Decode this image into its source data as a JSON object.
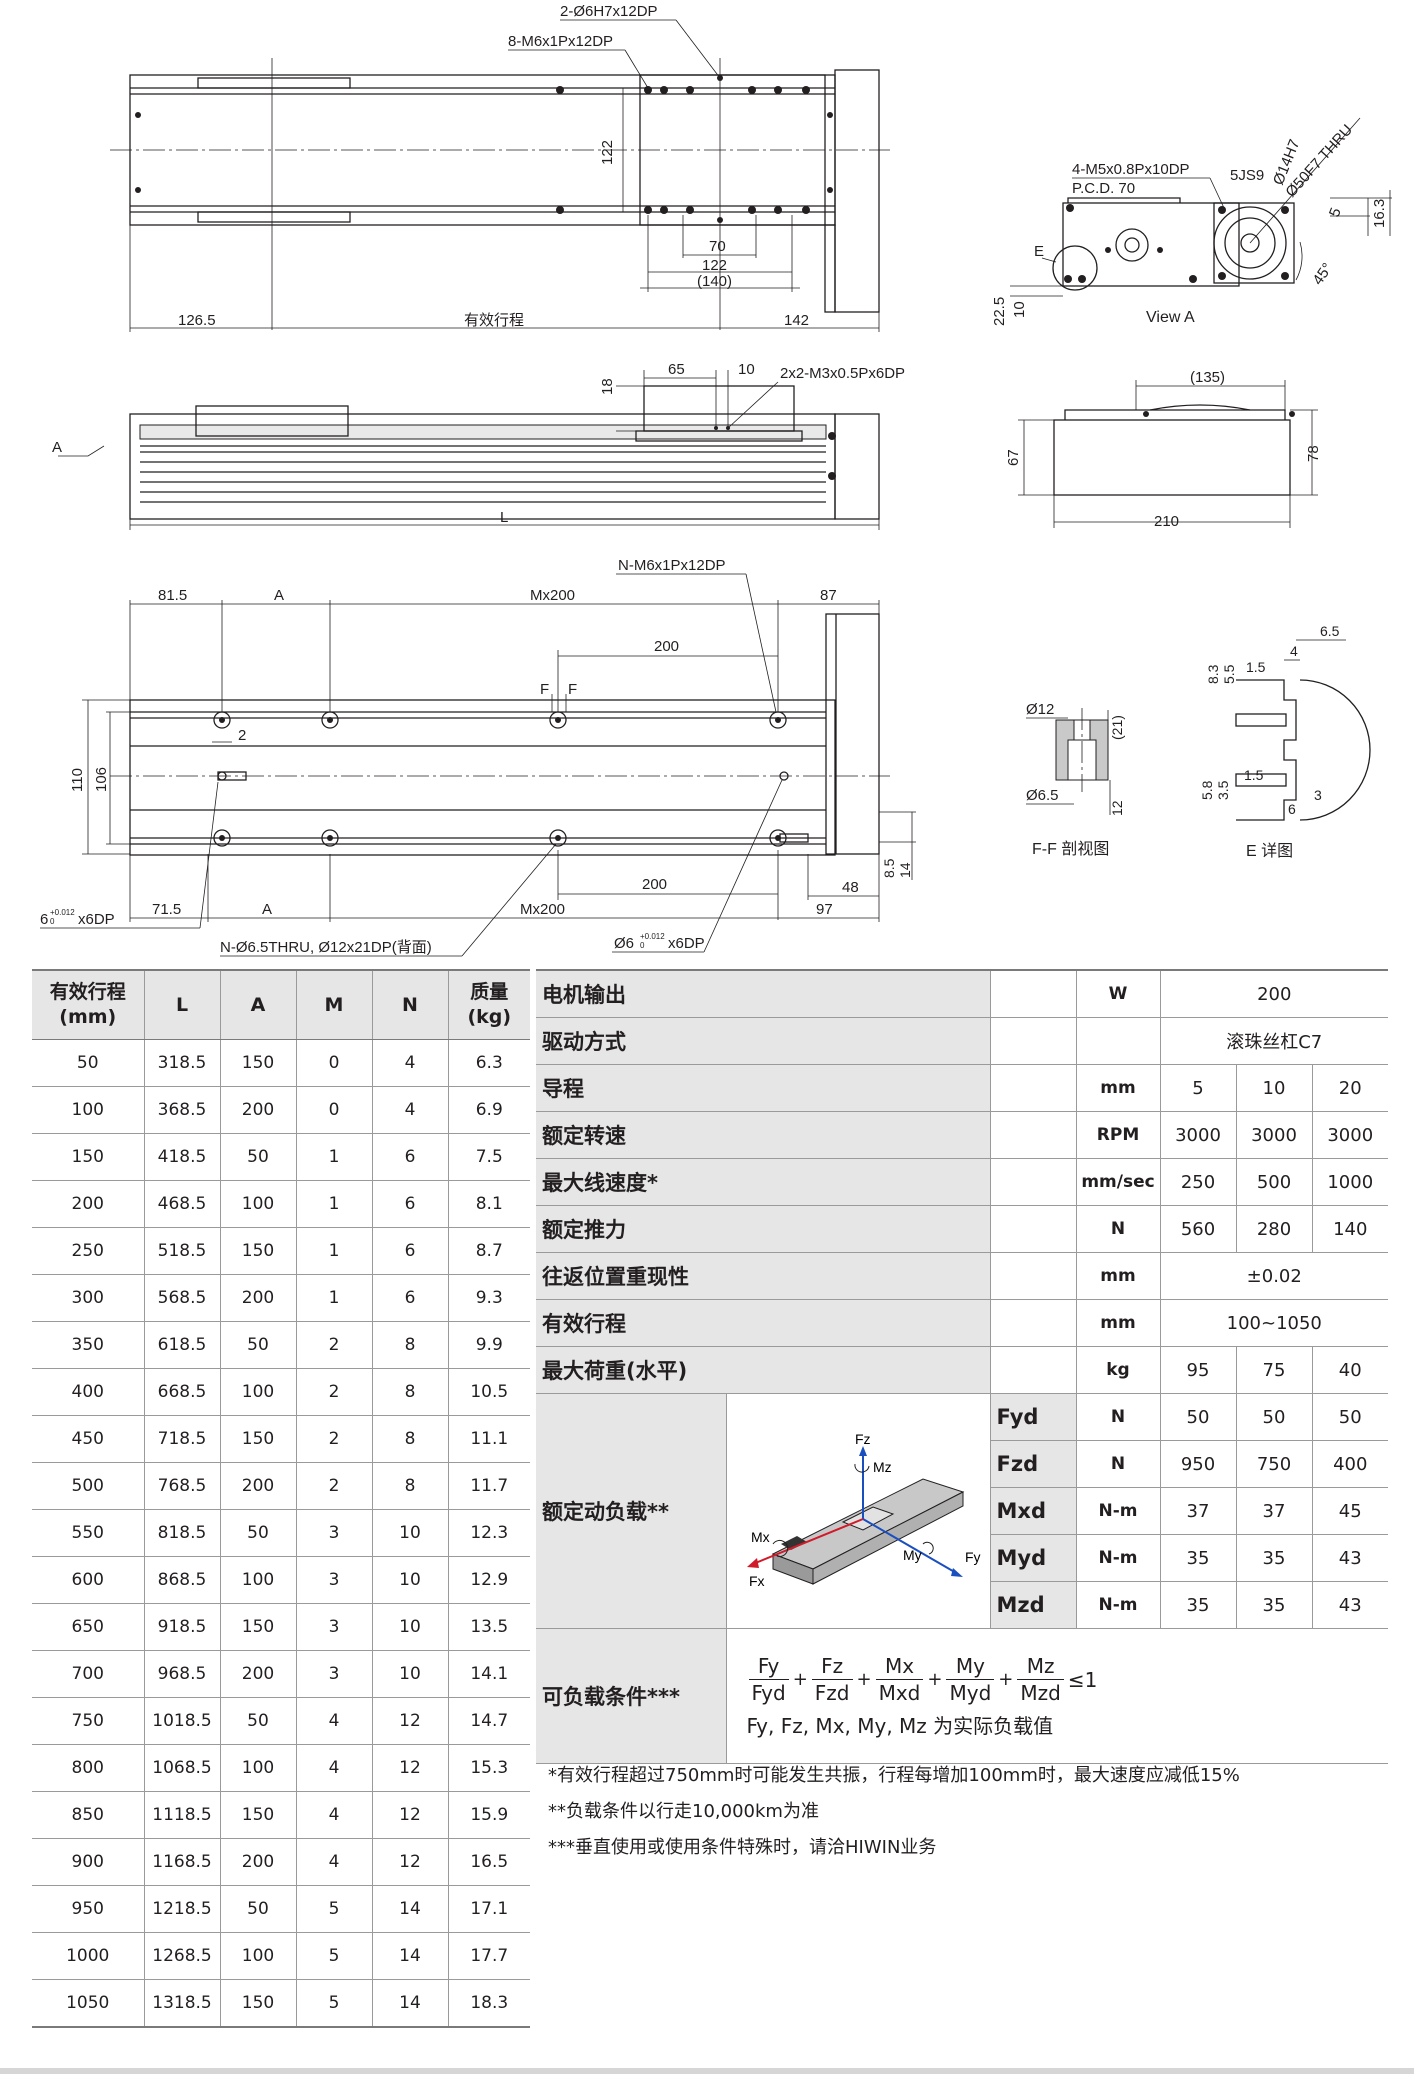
{
  "drawing_labels": {
    "top_view": {
      "callout_pin": "2-Ø6H7x12DP",
      "callout_tap": "8-M6x1Px12DP",
      "dim_width": "122",
      "dim_70": "70",
      "dim_122": "122",
      "dim_140": "(140)",
      "dim_left": "126.5",
      "dim_stroke": "有效行程",
      "dim_right": "142"
    },
    "view_a": {
      "callout_pcd_line1": "4-M5x0.8Px10DP",
      "callout_pcd_line2": "P.C.D. 70",
      "key": "5JS9",
      "shaft": "Ø14H7",
      "bore": "Ø50F7 THRU",
      "dim_16_3": "16.3",
      "dim_5": "5",
      "angle": "45°",
      "dim_22_5": "22.5",
      "dim_10": "10",
      "marker_e": "E",
      "title": "View A"
    },
    "side_view": {
      "dim_18": "18",
      "dim_65": "65",
      "dim_10": "10",
      "callout": "2x2-M3x0.5Px6DP",
      "arrow_a": "A",
      "dim_l": "L"
    },
    "end_view": {
      "dim_135": "(135)",
      "dim_67": "67",
      "dim_78": "78",
      "dim_210": "210"
    },
    "bottom_view": {
      "dim_81_5": "81.5",
      "dim_a": "A",
      "dim_m200": "Mx200",
      "dim_87": "87",
      "callout_tap": "N-M6x1Px12DP",
      "dim_200_top": "200",
      "marker_f1": "F",
      "marker_f2": "F",
      "dim_2": "2",
      "dim_110": "110",
      "dim_106": "106",
      "dim_200_bot": "200",
      "dim_48": "48",
      "dim_8_5": "8.5",
      "dim_14": "14",
      "dim_71_5": "71.5",
      "dim_a_bot": "A",
      "dim_m200_bot": "Mx200",
      "dim_97": "97",
      "callout_pin_left": "6",
      "callout_pin_left_tol": "+0.012",
      "callout_pin_left_tol2": "0",
      "callout_pin_left_suffix": "x6DP",
      "callout_thru": "N-Ø6.5THRU, Ø12x21DP(背面)",
      "callout_pin_right": "Ø6",
      "callout_pin_right_tol": "+0.012",
      "callout_pin_right_tol2": "0",
      "callout_pin_right_suffix": "x6DP"
    },
    "section_ff": {
      "dia_12": "Ø12",
      "dim_21": "(21)",
      "dia_6_5": "Ø6.5",
      "dim_12": "12",
      "title": "F-F 剖视图"
    },
    "detail_e": {
      "dim_6_5": "6.5",
      "dim_8_3": "8.3",
      "dim_5_5": "5.5",
      "dim_1_5a": "1.5",
      "dim_4": "4",
      "dim_5_8": "5.8",
      "dim_3_5": "3.5",
      "dim_1_5b": "1.5",
      "dim_6": "6",
      "dim_3": "3",
      "title": "E 详图"
    }
  },
  "stroke_table": {
    "headers": [
      [
        "有效行程",
        "(mm)"
      ],
      [
        "L",
        ""
      ],
      [
        "A",
        ""
      ],
      [
        "M",
        ""
      ],
      [
        "N",
        ""
      ],
      [
        "质量",
        "(kg)"
      ]
    ],
    "rows": [
      [
        "50",
        "318.5",
        "150",
        "0",
        "4",
        "6.3"
      ],
      [
        "100",
        "368.5",
        "200",
        "0",
        "4",
        "6.9"
      ],
      [
        "150",
        "418.5",
        "50",
        "1",
        "6",
        "7.5"
      ],
      [
        "200",
        "468.5",
        "100",
        "1",
        "6",
        "8.1"
      ],
      [
        "250",
        "518.5",
        "150",
        "1",
        "6",
        "8.7"
      ],
      [
        "300",
        "568.5",
        "200",
        "1",
        "6",
        "9.3"
      ],
      [
        "350",
        "618.5",
        "50",
        "2",
        "8",
        "9.9"
      ],
      [
        "400",
        "668.5",
        "100",
        "2",
        "8",
        "10.5"
      ],
      [
        "450",
        "718.5",
        "150",
        "2",
        "8",
        "11.1"
      ],
      [
        "500",
        "768.5",
        "200",
        "2",
        "8",
        "11.7"
      ],
      [
        "550",
        "818.5",
        "50",
        "3",
        "10",
        "12.3"
      ],
      [
        "600",
        "868.5",
        "100",
        "3",
        "10",
        "12.9"
      ],
      [
        "650",
        "918.5",
        "150",
        "3",
        "10",
        "13.5"
      ],
      [
        "700",
        "968.5",
        "200",
        "3",
        "10",
        "14.1"
      ],
      [
        "750",
        "1018.5",
        "50",
        "4",
        "12",
        "14.7"
      ],
      [
        "800",
        "1068.5",
        "100",
        "4",
        "12",
        "15.3"
      ],
      [
        "850",
        "1118.5",
        "150",
        "4",
        "12",
        "15.9"
      ],
      [
        "900",
        "1168.5",
        "200",
        "4",
        "12",
        "16.5"
      ],
      [
        "950",
        "1218.5",
        "50",
        "5",
        "14",
        "17.1"
      ],
      [
        "1000",
        "1268.5",
        "100",
        "5",
        "14",
        "17.7"
      ],
      [
        "1050",
        "1318.5",
        "150",
        "5",
        "14",
        "18.3"
      ]
    ]
  },
  "spec": {
    "motor_output": {
      "label": "电机输出",
      "unit": "W",
      "value": "200"
    },
    "drive": {
      "label": "驱动方式",
      "unit": "",
      "value": "滚珠丝杠C7"
    },
    "lead": {
      "label": "导程",
      "unit": "mm",
      "values": [
        "5",
        "10",
        "20"
      ]
    },
    "rated_speed": {
      "label": "额定转速",
      "unit": "RPM",
      "values": [
        "3000",
        "3000",
        "3000"
      ]
    },
    "max_speed": {
      "label": "最大线速度*",
      "unit": "mm/sec",
      "values": [
        "250",
        "500",
        "1000"
      ]
    },
    "rated_thrust": {
      "label": "额定推力",
      "unit": "N",
      "values": [
        "560",
        "280",
        "140"
      ]
    },
    "repeatability": {
      "label": "往返位置重现性",
      "unit": "mm",
      "value": "±0.02"
    },
    "stroke": {
      "label": "有效行程",
      "unit": "mm",
      "value": "100~1050"
    },
    "max_load": {
      "label": "最大荷重(水平)",
      "unit": "kg",
      "values": [
        "95",
        "75",
        "40"
      ]
    },
    "dynamic_load": {
      "label": "额定动负载**",
      "axes_labels": {
        "fz": "Fz",
        "mz": "Mz",
        "mx": "Mx",
        "fx": "Fx",
        "my": "My",
        "fy": "Fy"
      },
      "rows": [
        {
          "name": "Fyd",
          "unit": "N",
          "values": [
            "50",
            "50",
            "50"
          ]
        },
        {
          "name": "Fzd",
          "unit": "N",
          "values": [
            "950",
            "750",
            "400"
          ]
        },
        {
          "name": "Mxd",
          "unit": "N-m",
          "values": [
            "37",
            "37",
            "45"
          ]
        },
        {
          "name": "Myd",
          "unit": "N-m",
          "values": [
            "35",
            "35",
            "43"
          ]
        },
        {
          "name": "Mzd",
          "unit": "N-m",
          "values": [
            "35",
            "35",
            "43"
          ]
        }
      ]
    },
    "load_condition": {
      "label": "可负载条件***",
      "terms": [
        {
          "num": "Fy",
          "den": "Fyd"
        },
        {
          "num": "Fz",
          "den": "Fzd"
        },
        {
          "num": "Mx",
          "den": "Mxd"
        },
        {
          "num": "My",
          "den": "Myd"
        },
        {
          "num": "Mz",
          "den": "Mzd"
        }
      ],
      "plus": "+",
      "relation": "≤1",
      "note": "Fy, Fz, Mx, My, Mz 为实际负载值"
    }
  },
  "notes": [
    "*有效行程超过750mm时可能发生共振，行程每增加100mm时，最大速度应减低15%",
    "**负载条件以行走10,000km为准",
    "***垂直使用或使用条件特殊时，请洽HIWIN业务"
  ]
}
